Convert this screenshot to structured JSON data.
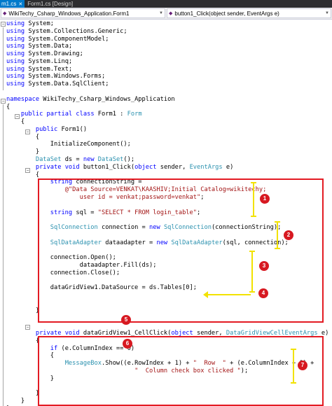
{
  "tabs": [
    {
      "label": "m1.cs",
      "active": true
    },
    {
      "label": "Form1.cs [Design]",
      "active": false
    }
  ],
  "navbar": {
    "left_combo": "WikiTechy_Csharp_Windows_Application.Form1",
    "right_combo": "button1_Click(object sender, EventArgs e)"
  },
  "watermark": "",
  "code": [
    [
      {
        "t": "using",
        "c": "kw"
      },
      {
        "t": " System;"
      }
    ],
    [
      {
        "t": "using",
        "c": "kw"
      },
      {
        "t": " System.Collections.Generic;"
      }
    ],
    [
      {
        "t": "using",
        "c": "kw"
      },
      {
        "t": " System.ComponentModel;"
      }
    ],
    [
      {
        "t": "using",
        "c": "kw"
      },
      {
        "t": " System.Data;"
      }
    ],
    [
      {
        "t": "using",
        "c": "kw"
      },
      {
        "t": " System.Drawing;"
      }
    ],
    [
      {
        "t": "using",
        "c": "kw"
      },
      {
        "t": " System.Linq;"
      }
    ],
    [
      {
        "t": "using",
        "c": "kw"
      },
      {
        "t": " System.Text;"
      }
    ],
    [
      {
        "t": "using",
        "c": "kw"
      },
      {
        "t": " System.Windows.Forms;"
      }
    ],
    [
      {
        "t": "using",
        "c": "kw"
      },
      {
        "t": " System.Data.SqlClient;"
      }
    ],
    [],
    [
      {
        "t": "namespace",
        "c": "kw"
      },
      {
        "t": " WikiTechy_Csharp_Windows_Application"
      }
    ],
    [
      {
        "t": "{"
      }
    ],
    [
      {
        "t": "    "
      },
      {
        "t": "public",
        "c": "kw"
      },
      {
        "t": " "
      },
      {
        "t": "partial",
        "c": "kw"
      },
      {
        "t": " "
      },
      {
        "t": "class",
        "c": "kw"
      },
      {
        "t": " Form1 : "
      },
      {
        "t": "Form",
        "c": "ty"
      }
    ],
    [
      {
        "t": "    {"
      }
    ],
    [
      {
        "t": "        "
      },
      {
        "t": "public",
        "c": "kw"
      },
      {
        "t": " Form1()"
      }
    ],
    [
      {
        "t": "        {"
      }
    ],
    [
      {
        "t": "            InitializeComponent();"
      }
    ],
    [
      {
        "t": "        }"
      }
    ],
    [
      {
        "t": "        "
      },
      {
        "t": "DataSet",
        "c": "ty"
      },
      {
        "t": " ds = "
      },
      {
        "t": "new",
        "c": "kw"
      },
      {
        "t": " "
      },
      {
        "t": "DataSet",
        "c": "ty"
      },
      {
        "t": "();"
      }
    ],
    [
      {
        "t": "        "
      },
      {
        "t": "private",
        "c": "kw"
      },
      {
        "t": " "
      },
      {
        "t": "void",
        "c": "kw"
      },
      {
        "t": " button1_Click("
      },
      {
        "t": "object",
        "c": "kw"
      },
      {
        "t": " sender, "
      },
      {
        "t": "EventArgs",
        "c": "ty"
      },
      {
        "t": " e)"
      }
    ],
    [
      {
        "t": "        {"
      }
    ],
    [
      {
        "t": "            "
      },
      {
        "t": "string",
        "c": "kw"
      },
      {
        "t": " connectionString ="
      }
    ],
    [
      {
        "t": "                "
      },
      {
        "t": "@\"Data Source=VENKAT\\KAASHIV;Initial Catalog=wikitechy;",
        "c": "st"
      }
    ],
    [
      {
        "t": "                    "
      },
      {
        "t": "user id = venkat;password=venkat\"",
        "c": "st"
      },
      {
        "t": ";"
      }
    ],
    [],
    [
      {
        "t": "            "
      },
      {
        "t": "string",
        "c": "kw"
      },
      {
        "t": " sql = "
      },
      {
        "t": "\"SELECT * FROM login_table\"",
        "c": "st"
      },
      {
        "t": ";"
      }
    ],
    [],
    [
      {
        "t": "            "
      },
      {
        "t": "SqlConnection",
        "c": "ty"
      },
      {
        "t": " connection = "
      },
      {
        "t": "new",
        "c": "kw"
      },
      {
        "t": " "
      },
      {
        "t": "SqlConnection",
        "c": "ty"
      },
      {
        "t": "(connectionString);"
      }
    ],
    [],
    [
      {
        "t": "            "
      },
      {
        "t": "SqlDataAdapter",
        "c": "ty"
      },
      {
        "t": " dataadapter = "
      },
      {
        "t": "new",
        "c": "kw"
      },
      {
        "t": " "
      },
      {
        "t": "SqlDataAdapter",
        "c": "ty"
      },
      {
        "t": "(sql, connection);"
      }
    ],
    [],
    [
      {
        "t": "            connection.Open();"
      }
    ],
    [
      {
        "t": "                    dataadapter.Fill(ds);"
      }
    ],
    [
      {
        "t": "            connection.Close();"
      }
    ],
    [],
    [
      {
        "t": "            dataGridView1.DataSource = ds.Tables[0];"
      }
    ],
    [],
    [],
    [
      {
        "t": "        }"
      }
    ],
    [],
    [],
    [
      {
        "t": "        "
      },
      {
        "t": "private",
        "c": "kw"
      },
      {
        "t": " "
      },
      {
        "t": "void",
        "c": "kw"
      },
      {
        "t": " dataGridView1_CellClick("
      },
      {
        "t": "object",
        "c": "kw"
      },
      {
        "t": " sender, "
      },
      {
        "t": "DataGridViewCellEventArgs",
        "c": "ty"
      },
      {
        "t": " e)"
      }
    ],
    [
      {
        "t": "        {"
      }
    ],
    [
      {
        "t": "            "
      },
      {
        "t": "if",
        "c": "kw"
      },
      {
        "t": " (e.ColumnIndex == 0)"
      }
    ],
    [
      {
        "t": "            {"
      }
    ],
    [
      {
        "t": "                "
      },
      {
        "t": "MessageBox",
        "c": "ty"
      },
      {
        "t": ".Show((e.RowIndex + 1) + "
      },
      {
        "t": "\"  Row  \"",
        "c": "st"
      },
      {
        "t": " + (e.ColumnIndex + 1) +"
      }
    ],
    [
      {
        "t": "                                   "
      },
      {
        "t": "\"  Column check box clicked \"",
        "c": "st"
      },
      {
        "t": ");"
      }
    ],
    [
      {
        "t": "            }"
      }
    ],
    [],
    [
      {
        "t": "        }"
      }
    ],
    [
      {
        "t": "    }"
      }
    ],
    [
      {
        "t": "}"
      }
    ]
  ],
  "badges": [
    "1",
    "2",
    "3",
    "4",
    "5",
    "6",
    "7"
  ]
}
